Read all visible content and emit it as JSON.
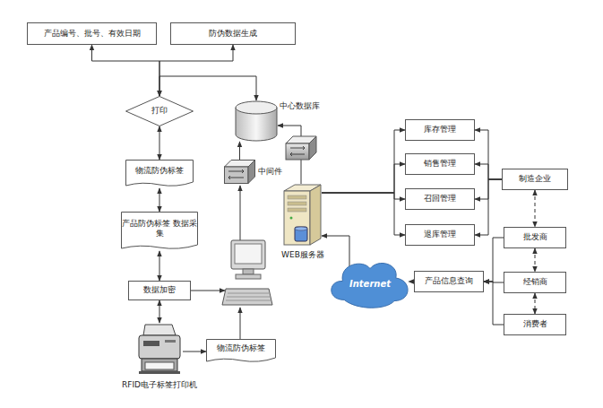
{
  "diagram": {
    "nodes": [
      {
        "text": [
          "产品编号、批号、有效日期"
        ]
      },
      {
        "text": [
          "防伪数据生成"
        ]
      },
      {
        "text": [
          "打印"
        ]
      },
      {
        "text": [
          "中心数据库"
        ]
      },
      {
        "text": [
          "物流防伪标签"
        ]
      },
      {
        "text": [
          "中间件"
        ]
      },
      {
        "text": [
          "产品防伪标签 数据采集"
        ]
      },
      {
        "text": [
          "数据加密"
        ]
      },
      {
        "text": [
          "RFID电子标签打印机"
        ]
      },
      {
        "text": [
          "物流防伪标签"
        ]
      },
      {
        "text": [
          "WEB服务器"
        ]
      },
      {
        "text": [
          "库存管理"
        ]
      },
      {
        "text": [
          "销售管理"
        ]
      },
      {
        "text": [
          "召回管理"
        ]
      },
      {
        "text": [
          "退库管理"
        ]
      },
      {
        "text": [
          "制造企业"
        ]
      },
      {
        "text": [
          "Internet"
        ]
      },
      {
        "text": [
          "产品信息查询"
        ]
      },
      {
        "text": [
          "批发商"
        ]
      },
      {
        "text": [
          "经销商"
        ]
      },
      {
        "text": [
          "消费者"
        ]
      }
    ],
    "edges": [
      {
        "from": 0,
        "to": 2,
        "arrow": "both"
      },
      {
        "from": 1,
        "to": 2,
        "arrow": "both"
      },
      {
        "from": 2,
        "to": 3,
        "arrow": "to"
      },
      {
        "from": 2,
        "to": 4,
        "arrow": "both"
      },
      {
        "from": 4,
        "to": 6,
        "arrow": "both"
      },
      {
        "from": 6,
        "to": 7,
        "arrow": "both"
      },
      {
        "from": 7,
        "to": 8,
        "arrow": "both"
      },
      {
        "from": 8,
        "to": 9,
        "arrow": "to"
      },
      {
        "from": 5,
        "to": 3,
        "arrow": "to"
      },
      {
        "from": 10,
        "to": 3,
        "arrow": "to"
      },
      {
        "from": 10,
        "to": 11,
        "arrow": "to"
      },
      {
        "from": 10,
        "to": 12,
        "arrow": "to"
      },
      {
        "from": 10,
        "to": 13,
        "arrow": "to"
      },
      {
        "from": 10,
        "to": 14,
        "arrow": "to"
      },
      {
        "from": 15,
        "to": 11,
        "arrow": "to"
      },
      {
        "from": 15,
        "to": 12,
        "arrow": "to"
      },
      {
        "from": 15,
        "to": 13,
        "arrow": "to"
      },
      {
        "from": 15,
        "to": 14,
        "arrow": "to"
      },
      {
        "from": 15,
        "to": 18,
        "arrow": "both"
      },
      {
        "from": 18,
        "to": 19,
        "arrow": "both"
      },
      {
        "from": 19,
        "to": 20,
        "arrow": "both"
      },
      {
        "from": 18,
        "to": 17,
        "arrow": "to"
      },
      {
        "from": 19,
        "to": 17,
        "arrow": "to"
      },
      {
        "from": 20,
        "to": 17,
        "arrow": "to"
      },
      {
        "from": 17,
        "to": 16,
        "arrow": "to"
      },
      {
        "from": 16,
        "to": 10,
        "arrow": "to"
      }
    ]
  }
}
